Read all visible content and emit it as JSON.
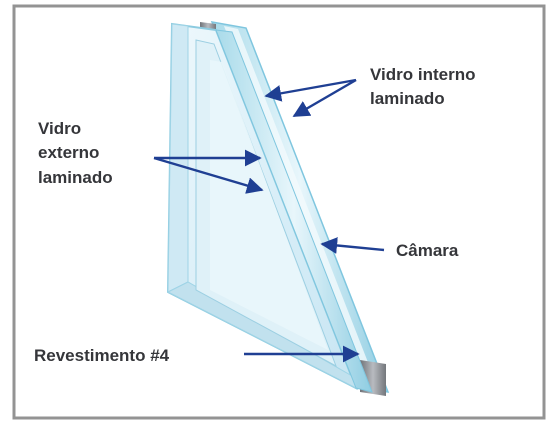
{
  "labels": {
    "inner_glass": [
      "Vidro interno",
      "laminado"
    ],
    "outer_glass": [
      "Vidro",
      "externo",
      "laminado"
    ],
    "chamber": "Câmara",
    "coating": "Revestimento #4"
  },
  "colors": {
    "arrow": "#1f3f93",
    "label_text": "#35363a",
    "glass_fill": "#d8eef8",
    "glass_edge": "#7fc6df",
    "spacer": "#8c8f94",
    "frame_shadow": "#2a2a2a"
  }
}
